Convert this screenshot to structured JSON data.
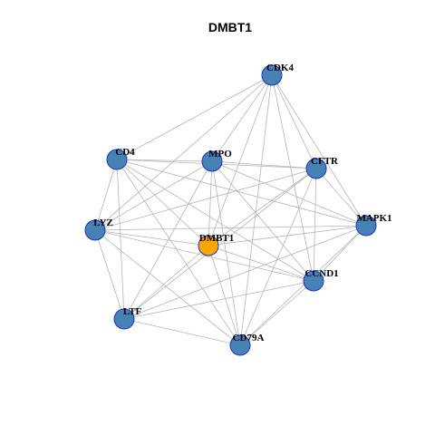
{
  "title": "DMBT1",
  "colors": {
    "hub_fill": "#FFA500",
    "node_fill": "#4682B4",
    "node_stroke": "#1a2fd6",
    "edge": "#b5b5b5"
  },
  "nodes": [
    {
      "id": "CDK4",
      "label": "CDK4",
      "hub": false
    },
    {
      "id": "CD4",
      "label": "CD4",
      "hub": false
    },
    {
      "id": "MPO",
      "label": "MPO",
      "hub": false
    },
    {
      "id": "CFTR",
      "label": "CFTR",
      "hub": false
    },
    {
      "id": "LYZ",
      "label": "LYZ",
      "hub": false
    },
    {
      "id": "MAPK1",
      "label": "MAPK1",
      "hub": false
    },
    {
      "id": "DMBT1",
      "label": "DMBT1",
      "hub": true
    },
    {
      "id": "CCND1",
      "label": "CCND1",
      "hub": false
    },
    {
      "id": "LTF",
      "label": "LTF",
      "hub": false
    },
    {
      "id": "CD79A",
      "label": "CD79A",
      "hub": false
    }
  ],
  "edges": [
    [
      "CDK4",
      "CD4"
    ],
    [
      "CDK4",
      "MPO"
    ],
    [
      "CDK4",
      "CFTR"
    ],
    [
      "CDK4",
      "LYZ"
    ],
    [
      "CDK4",
      "MAPK1"
    ],
    [
      "CDK4",
      "DMBT1"
    ],
    [
      "CDK4",
      "CCND1"
    ],
    [
      "CDK4",
      "CD79A"
    ],
    [
      "CD4",
      "MPO"
    ],
    [
      "CD4",
      "CFTR"
    ],
    [
      "CD4",
      "LYZ"
    ],
    [
      "CD4",
      "MAPK1"
    ],
    [
      "CD4",
      "DMBT1"
    ],
    [
      "CD4",
      "CCND1"
    ],
    [
      "CD4",
      "LTF"
    ],
    [
      "CD4",
      "CD79A"
    ],
    [
      "MPO",
      "CFTR"
    ],
    [
      "MPO",
      "LYZ"
    ],
    [
      "MPO",
      "MAPK1"
    ],
    [
      "MPO",
      "DMBT1"
    ],
    [
      "MPO",
      "CCND1"
    ],
    [
      "MPO",
      "LTF"
    ],
    [
      "MPO",
      "CD79A"
    ],
    [
      "CFTR",
      "LYZ"
    ],
    [
      "CFTR",
      "MAPK1"
    ],
    [
      "CFTR",
      "DMBT1"
    ],
    [
      "CFTR",
      "CCND1"
    ],
    [
      "CFTR",
      "LTF"
    ],
    [
      "CFTR",
      "CD79A"
    ],
    [
      "LYZ",
      "MAPK1"
    ],
    [
      "LYZ",
      "DMBT1"
    ],
    [
      "LYZ",
      "CCND1"
    ],
    [
      "LYZ",
      "LTF"
    ],
    [
      "LYZ",
      "CD79A"
    ],
    [
      "MAPK1",
      "DMBT1"
    ],
    [
      "MAPK1",
      "CCND1"
    ],
    [
      "MAPK1",
      "LTF"
    ],
    [
      "MAPK1",
      "CD79A"
    ],
    [
      "DMBT1",
      "CCND1"
    ],
    [
      "DMBT1",
      "LTF"
    ],
    [
      "DMBT1",
      "CD79A"
    ],
    [
      "CCND1",
      "LTF"
    ],
    [
      "CCND1",
      "CD79A"
    ],
    [
      "LTF",
      "CD79A"
    ]
  ]
}
